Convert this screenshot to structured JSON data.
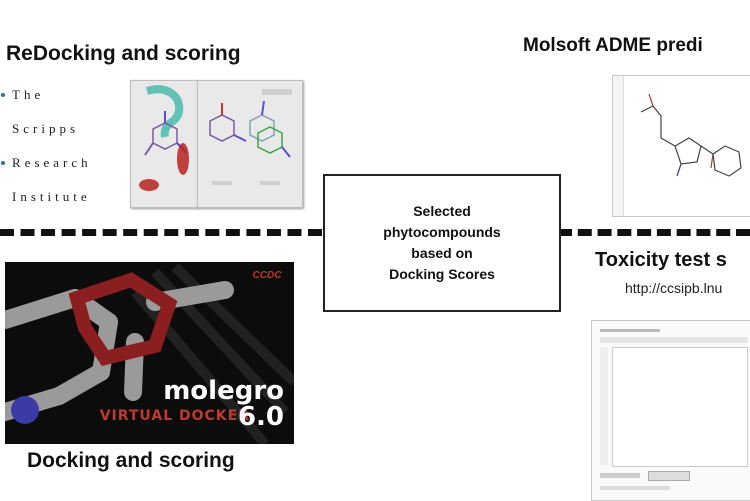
{
  "headings": {
    "redocking": "ReDocking and scoring",
    "molsoft": "Molsoft ADME predi",
    "toxicity": "Toxicity test s",
    "docking": "Docking and scoring"
  },
  "scripps_logo": [
    "The",
    "Scripps",
    "Research",
    "Institute"
  ],
  "center_box": [
    "Selected",
    "phytocompounds",
    "based on",
    "Docking Scores"
  ],
  "molegro": {
    "name": "molegro",
    "product": "VIRTUAL DOCKER",
    "version": "6.0"
  },
  "toxicity_url": "http://ccsipb.lnu",
  "colors": {
    "accent_red": "#c0392b",
    "logo_blue": "#2a6fb0"
  }
}
